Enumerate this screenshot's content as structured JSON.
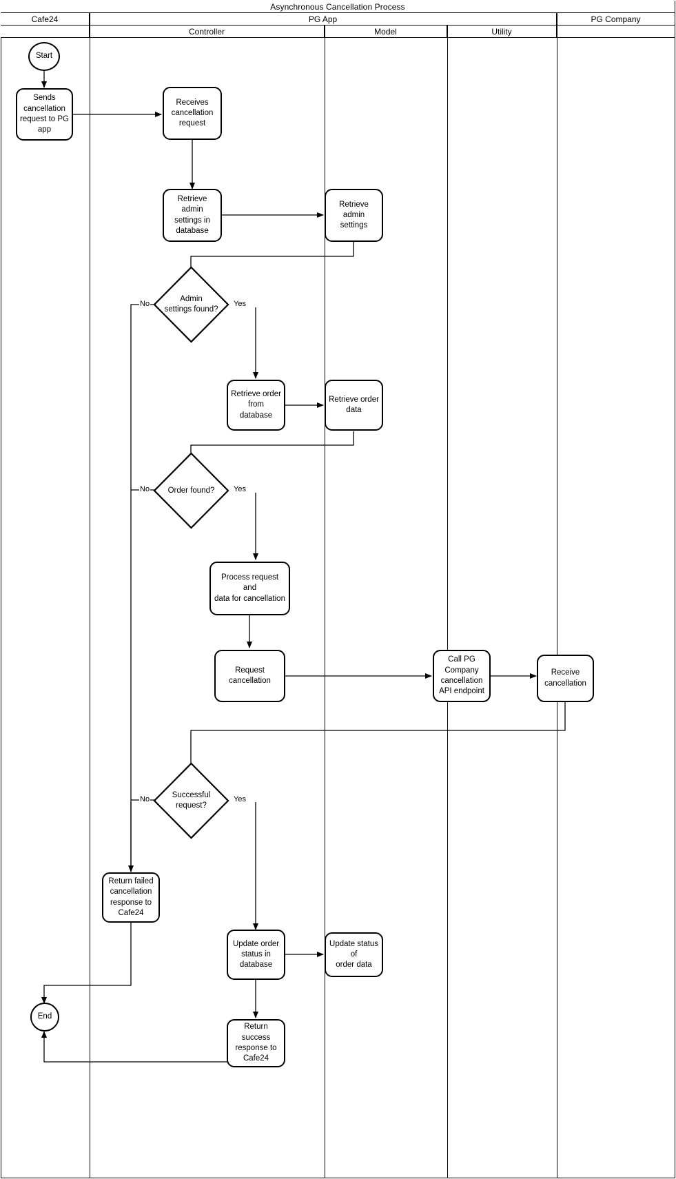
{
  "diagram": {
    "title": "Asynchronous Cancellation Process",
    "type": "flowchart-swimlane",
    "pools": [
      {
        "label": "Cafe24",
        "lanes": []
      },
      {
        "label": "PG App",
        "lanes": [
          "Controller",
          "Model",
          "Utility"
        ]
      },
      {
        "label": "PG Company",
        "lanes": []
      }
    ]
  },
  "nodes": {
    "start": {
      "label": "Start",
      "shape": "terminator",
      "lane": "Cafe24"
    },
    "sends_request": {
      "label": "Sends\ncancellation\nrequest to PG\napp",
      "shape": "process",
      "lane": "Cafe24"
    },
    "receives_request": {
      "label": "Receives\ncancellation\nrequest",
      "shape": "process",
      "lane": "Controller"
    },
    "retrieve_admin_db": {
      "label": "Retrieve admin\nsettings in\ndatabase",
      "shape": "process",
      "lane": "Controller"
    },
    "retrieve_admin_settings": {
      "label": "Retrieve admin\nsettings",
      "shape": "process",
      "lane": "Model"
    },
    "admin_found": {
      "label": "Admin\nsettings found?",
      "shape": "decision",
      "lane": "Controller"
    },
    "retrieve_order_db": {
      "label": "Retrieve order\nfrom database",
      "shape": "process",
      "lane": "Controller"
    },
    "retrieve_order_data": {
      "label": "Retrieve order\ndata",
      "shape": "process",
      "lane": "Model"
    },
    "order_found": {
      "label": "Order found?",
      "shape": "decision",
      "lane": "Controller"
    },
    "process_request": {
      "label": "Process request and\ndata for cancellation",
      "shape": "process",
      "lane": "Controller"
    },
    "request_cancellation": {
      "label": "Request\ncancellation",
      "shape": "process",
      "lane": "Controller"
    },
    "call_pg_api": {
      "label": "Call PG\nCompany\ncancellation\nAPI  endpoint",
      "shape": "process",
      "lane": "Utility"
    },
    "receive_cancellation": {
      "label": "Receive\ncancellation",
      "shape": "process",
      "lane": "PG Company"
    },
    "successful_request": {
      "label": "Successful\nrequest?",
      "shape": "decision",
      "lane": "Controller"
    },
    "return_failed": {
      "label": "Return failed\ncancellation\nresponse to\nCafe24",
      "shape": "process",
      "lane": "Controller"
    },
    "update_order_db": {
      "label": "Update order\nstatus in\ndatabase",
      "shape": "process",
      "lane": "Controller"
    },
    "update_status_data": {
      "label": "Update status of\norder data",
      "shape": "process",
      "lane": "Model"
    },
    "return_success": {
      "label": "Return success\nresponse to\nCafe24",
      "shape": "process",
      "lane": "Controller"
    },
    "end": {
      "label": "End",
      "shape": "terminator",
      "lane": "Cafe24"
    }
  },
  "edge_labels": {
    "admin_no": "No",
    "admin_yes": "Yes",
    "order_no": "No",
    "order_yes": "Yes",
    "success_no": "No",
    "success_yes": "Yes"
  },
  "colors": {
    "stroke": "#000000",
    "fill": "#ffffff",
    "text": "#000000"
  }
}
